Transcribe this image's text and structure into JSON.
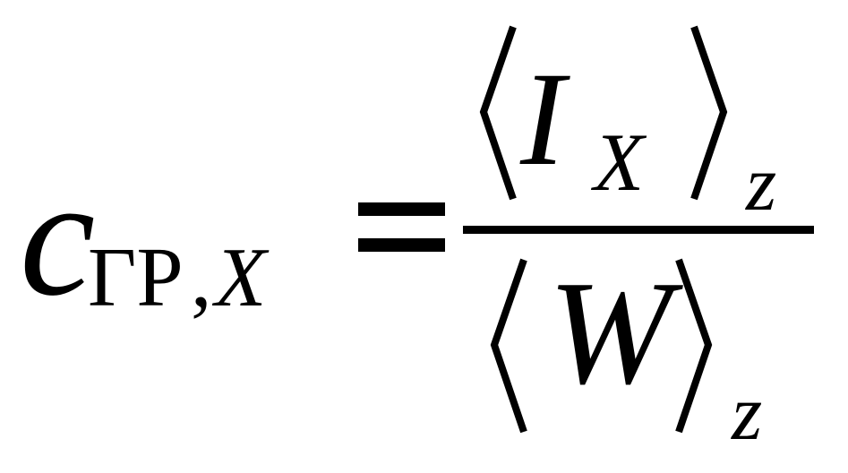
{
  "formula": {
    "lhs": {
      "variable": "c",
      "subscript_upright": "ГР",
      "subscript_separator": ",",
      "subscript_italic": "X"
    },
    "relation": "=",
    "numerator": {
      "variable": "I",
      "subscript": "X",
      "outer_subscript": "z"
    },
    "denominator": {
      "variable": "W",
      "outer_subscript": "z"
    }
  }
}
